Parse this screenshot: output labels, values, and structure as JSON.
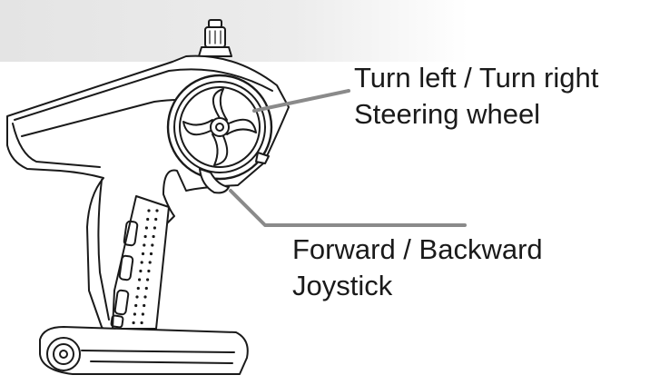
{
  "labels": {
    "steering": {
      "action": "Turn left / Turn right",
      "control": "Steering wheel"
    },
    "throttle": {
      "action": "Forward / Backward",
      "control": "Joystick"
    }
  },
  "colors": {
    "line_art": "#1a1a1a",
    "callout_line": "#8a8a8a",
    "grip_dots": "#1a1a1a"
  }
}
